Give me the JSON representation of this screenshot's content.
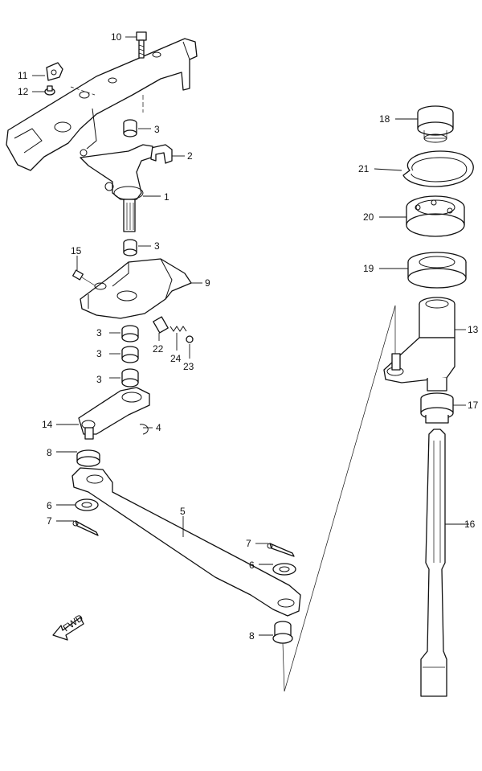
{
  "diagram": {
    "callouts": [
      "10",
      "11",
      "12",
      "3",
      "2",
      "1",
      "3",
      "15",
      "9",
      "3",
      "22",
      "24",
      "23",
      "3",
      "3",
      "14",
      "4",
      "8",
      "6",
      "7",
      "5",
      "7",
      "6",
      "8",
      "18",
      "21",
      "20",
      "19",
      "13",
      "17",
      "16"
    ],
    "fwd_label": "FWD"
  }
}
